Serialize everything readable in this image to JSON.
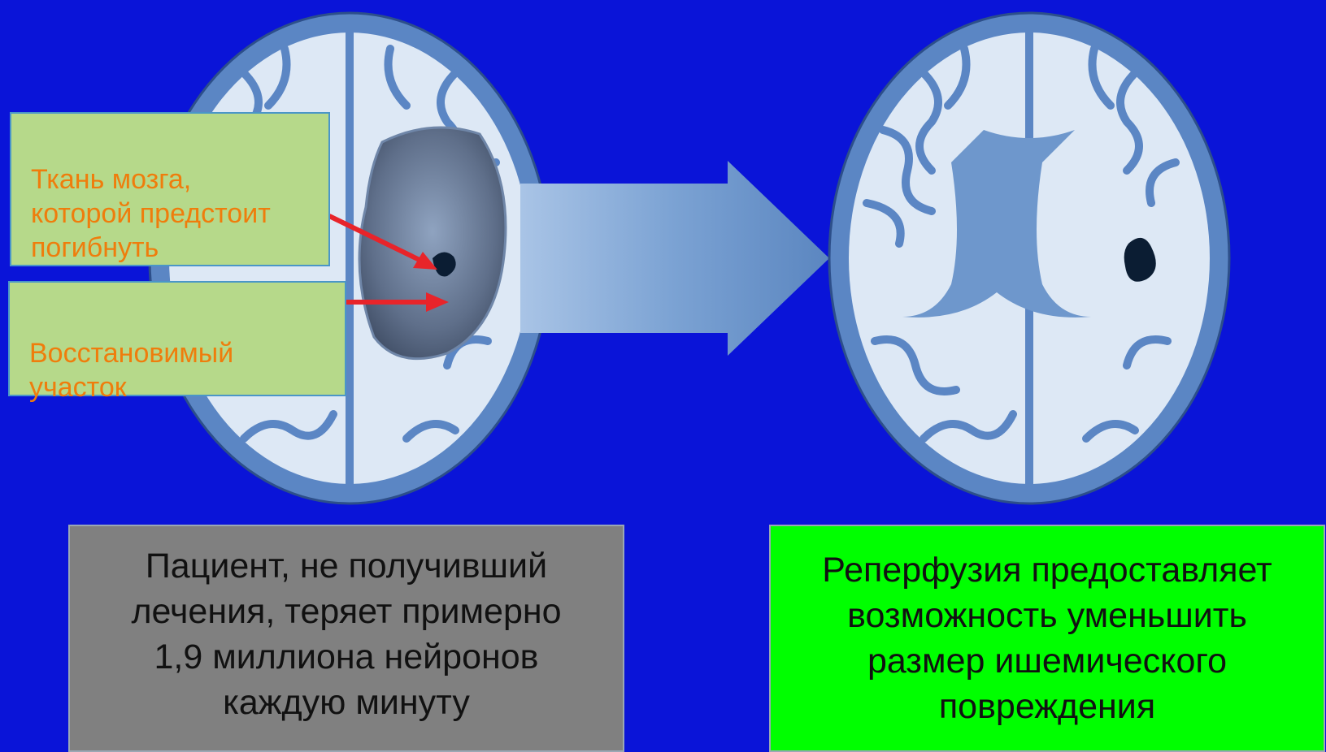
{
  "labels": {
    "doomed_tissue": "Ткань мозга,\nкоторой предстоит\nпогибнуть",
    "salvageable": "Восстановимый\nучасток"
  },
  "captions": {
    "untreated": "Пациент, не получивший\nлечения, теряет примерно\n1,9 миллиона нейронов\nкаждую минуту",
    "reperfusion": "Реперфузия предоставляет\nвозможность уменьшить\nразмер ишемического\nповреждения"
  },
  "colors": {
    "background": "#0a14d8",
    "label_bg": "#b6d98a",
    "label_text": "#ef7d0c",
    "untreated_bg": "#808080",
    "reperfusion_bg": "#00ff00",
    "pointer_arrow": "#e8242a"
  }
}
